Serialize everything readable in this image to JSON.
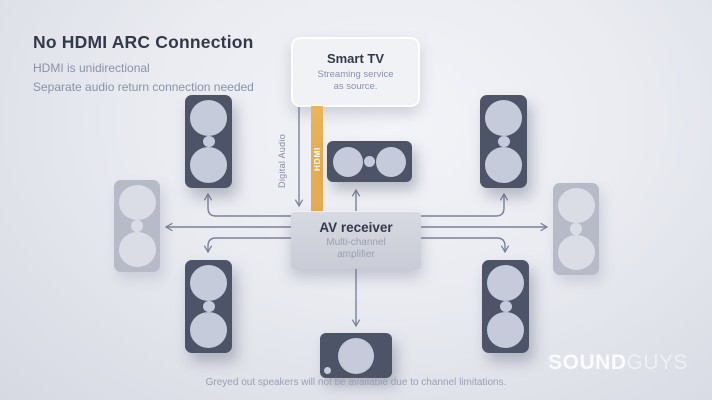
{
  "header": {
    "title": "No HDMI ARC Connection",
    "subtitle_line1": "HDMI is unidirectional",
    "subtitle_line2": "Separate audio return connection needed"
  },
  "smart_tv": {
    "title": "Smart TV",
    "desc_line1": "Streaming service",
    "desc_line2": "as source."
  },
  "connections": {
    "digital_audio_label": "Digital Audio",
    "hdmi_label": "HDMI"
  },
  "av_receiver": {
    "title": "AV receiver",
    "desc_line1": "Multi-channel",
    "desc_line2": "amplifier"
  },
  "footer": {
    "note": "Greyed out speakers will not be available due to channel limitations."
  },
  "branding": {
    "logo_bold": "SOUND",
    "logo_light": "GUYS"
  },
  "colors": {
    "accent_hdmi": "#e7ab50",
    "speaker_body": "#4e5468",
    "speaker_cone": "#c5cbdb",
    "speaker_greyed_body": "#b7bbc7",
    "speaker_greyed_cone": "#dadde5",
    "arrow": "#7b8298",
    "heading_text": "#333949",
    "muted_text": "#8b92a6"
  }
}
